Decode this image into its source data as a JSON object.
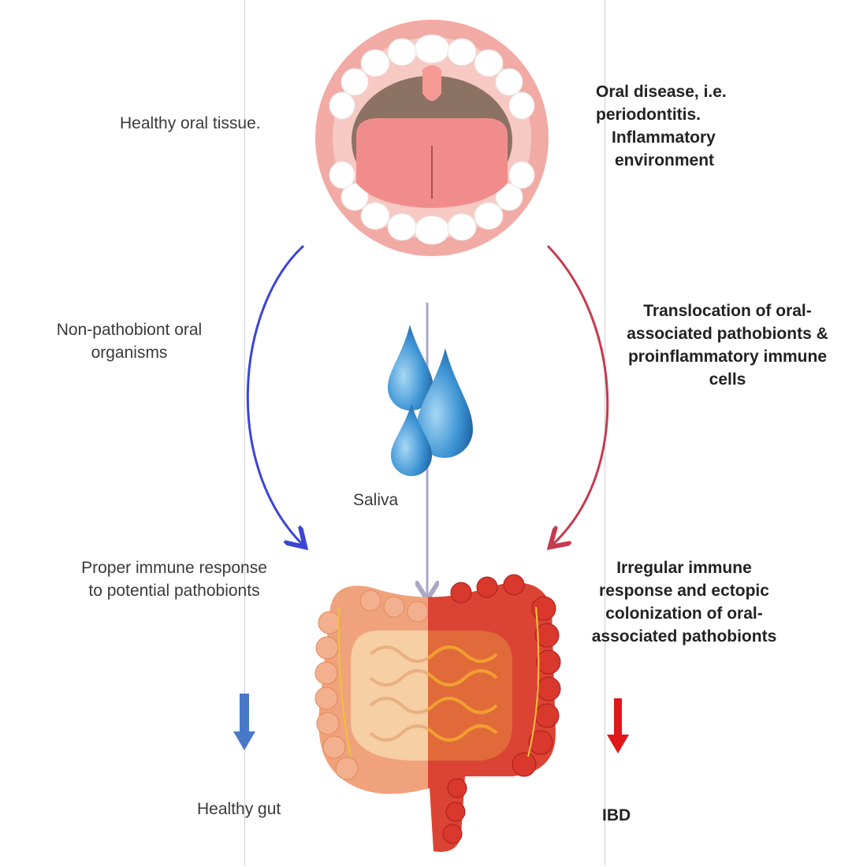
{
  "colors": {
    "healthy_arrow": "#3a45d6",
    "disease_arrow": "#c63a4e",
    "saliva_arrow": "#a9a9c6",
    "down_blue": "#4a78c8",
    "down_red": "#e01818",
    "lip": "#f2aaa4",
    "tongue": "#f08d8c",
    "saliva_drop": "#3d94d4",
    "gut_healthy": "#f0a27c",
    "gut_disease": "#db4434"
  },
  "icons": {
    "mouth": "open-mouth-icon",
    "saliva": "saliva-drops-icon",
    "gut": "intestine-icon"
  },
  "labels": {
    "healthy_oral": "Healthy oral tissue.",
    "oral_disease": [
      "Oral disease, i.e.",
      "periodontitis.",
      "Inflammatory",
      "environment"
    ],
    "non_pathobiont": [
      "Non-pathobiont oral",
      "organisms"
    ],
    "translocation": [
      "Translocation of oral-",
      "associated pathobionts &",
      "proinflammatory immune",
      "cells"
    ],
    "saliva": "Saliva",
    "proper_response": [
      "Proper immune response",
      "to potential pathobionts"
    ],
    "irregular_response": [
      "Irregular immune",
      "response and ectopic",
      "colonization of oral-",
      "associated pathobionts"
    ],
    "healthy_gut": "Healthy gut",
    "ibd": "IBD"
  }
}
